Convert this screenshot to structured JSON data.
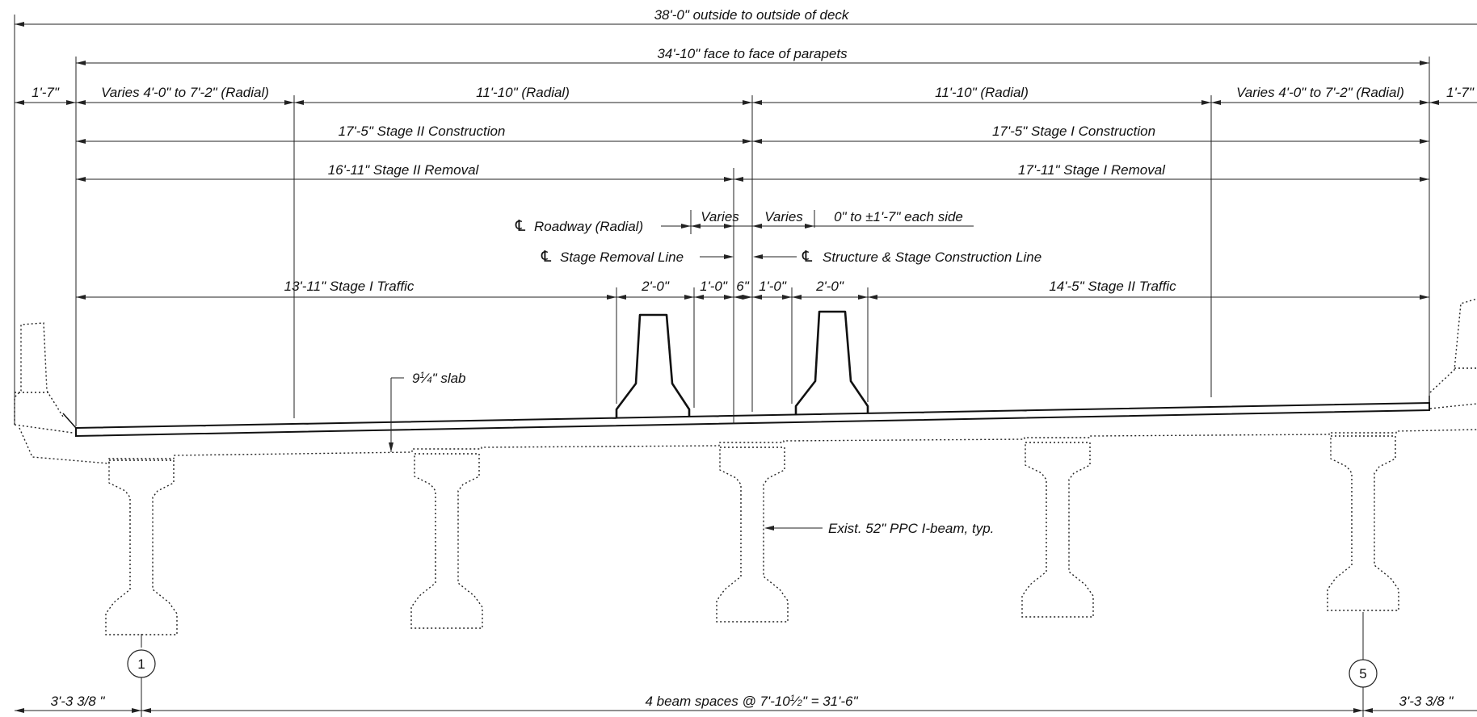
{
  "dimensions": {
    "overall_deck": "38'-0\" outside to outside of deck",
    "face_to_face": "34'-10\" face to face of parapets",
    "left_overhang": "1'-7\"",
    "right_overhang": "1'-7\"",
    "left_varies": "Varies 4'-0\" to 7'-2\" (Radial)",
    "left_radial": "11'-10\" (Radial)",
    "right_radial": "11'-10\" (Radial)",
    "right_varies": "Varies 4'-0\" to 7'-2\" (Radial)",
    "stage2_construction": "17'-5\"  Stage II Construction",
    "stage1_construction": "17'-5\"  Stage I Construction",
    "stage2_removal": "16'-11\"  Stage II Removal",
    "stage1_removal": "17'-11\"  Stage I Removal",
    "varies_left": "Varies",
    "varies_right": "Varies",
    "varies_note": "0\" to ±1'-7\" each side",
    "stage1_traffic": "13'-11\" Stage I Traffic",
    "barrier_left_width": "2'-0\"",
    "gap_left": "1'-0\"",
    "gap_center": "6\"",
    "gap_right": "1'-0\"",
    "barrier_right_width": "2'-0\"",
    "stage2_traffic": "14'-5\"  Stage II Traffic",
    "left_end": "3'-3 3/8 \"",
    "beam_spaces_prefix": "4 beam spaces @ 7'-10",
    "beam_spaces_frac_num": "1",
    "beam_spaces_frac_den": "2",
    "beam_spaces_suffix": "\" = 31'-6\"",
    "right_end": "3'-3 3/8 \""
  },
  "labels": {
    "cl_symbol": "℄",
    "roadway": "Roadway (Radial)",
    "stage_removal_line": "Stage Removal Line",
    "structure_line": "Structure & Stage Construction Line",
    "slab_prefix": "9",
    "slab_frac_num": "1",
    "slab_frac_den": "4",
    "slab_suffix": "\" slab",
    "beam_note": "Exist. 52\" PPC I-beam, typ."
  },
  "beam_markers": {
    "first": "1",
    "last": "5"
  }
}
